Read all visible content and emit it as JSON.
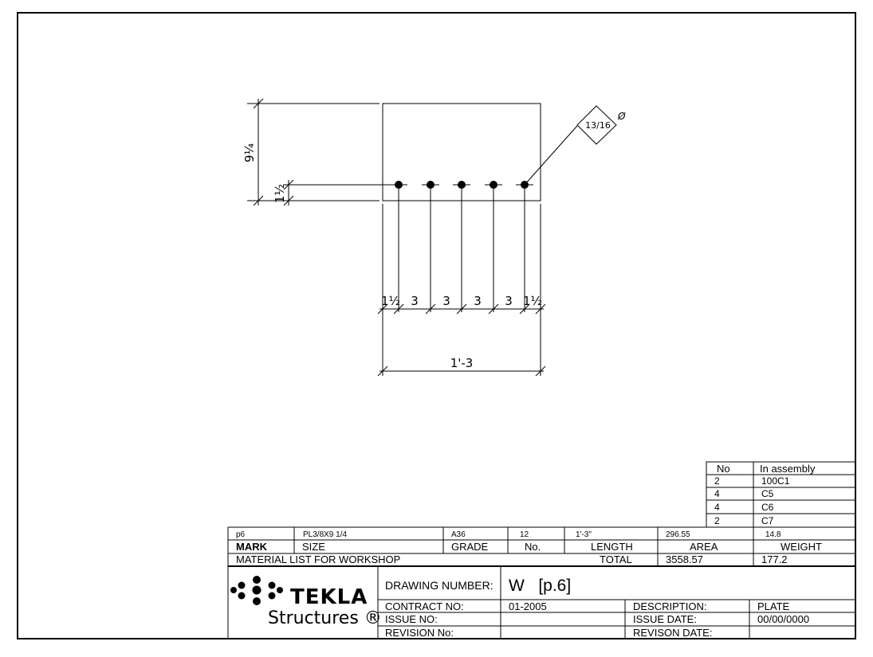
{
  "drawing": {
    "dimensions": {
      "height": "9¼",
      "edge_vertical": "1½",
      "gap_left": "1½",
      "gap_1": "3",
      "gap_2": "3",
      "gap_3": "3",
      "gap_4": "3",
      "gap_right": "1½",
      "overall": "1'-3"
    },
    "hole_callout": {
      "fraction": "13/16",
      "diameter_symbol": "Ø"
    }
  },
  "assembly_table": {
    "headers": [
      "No",
      "In assembly"
    ],
    "rows": [
      {
        "no": "2",
        "assembly": "100C1"
      },
      {
        "no": "4",
        "assembly": "C5"
      },
      {
        "no": "4",
        "assembly": "C6"
      },
      {
        "no": "2",
        "assembly": "C7"
      }
    ]
  },
  "material_list": {
    "row": {
      "mark": "p6",
      "size": "PL3/8X9 1/4",
      "grade": "A36",
      "no": "12",
      "length": "1'-3\"",
      "area": "296.55",
      "weight": "14.8"
    },
    "headers": {
      "mark": "MARK",
      "size": "SIZE",
      "grade": "GRADE",
      "no": "No.",
      "length": "LENGTH",
      "area": "AREA",
      "weight": "WEIGHT"
    },
    "title": "MATERIAL LIST FOR WORKSHOP",
    "total_label": "TOTAL",
    "total_area": "3558.57",
    "total_weight": "177.2"
  },
  "title_block": {
    "logo_line1": "TEKLA",
    "logo_line2": "Structures ®",
    "drawing_number_label": "DRAWING NUMBER:",
    "drawing_number": "W   [p.6]",
    "contract_no_label": "CONTRACT NO:",
    "contract_no": "01-2005",
    "description_label": "DESCRIPTION:",
    "description": "PLATE",
    "issue_no_label": "ISSUE NO:",
    "issue_no": "",
    "issue_date_label": "ISSUE DATE:",
    "issue_date": "00/00/0000",
    "revision_no_label": "REVISION No:",
    "revision_no": "",
    "revision_date_label": "REVISON DATE:",
    "revision_date": ""
  }
}
